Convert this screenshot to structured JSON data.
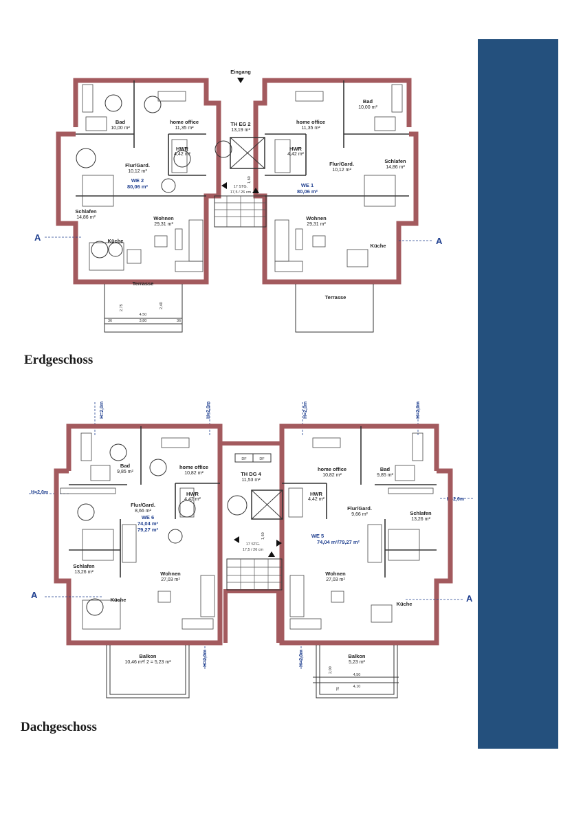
{
  "colors": {
    "wall": "#a35a5e",
    "sidebar": "#24507d",
    "blue_text": "#1f3f8f"
  },
  "ground": {
    "caption": "Erdgeschoss",
    "entrance": "Eingang",
    "section_mark": "A",
    "rooms": {
      "bad_l": {
        "name": "Bad",
        "area": "10,00 m²"
      },
      "office_l": {
        "name": "home office",
        "area": "11,35 m²"
      },
      "th": {
        "name": "TH EG 2",
        "area": "13,19 m²"
      },
      "office_r": {
        "name": "home office",
        "area": "11,35 m²"
      },
      "bad_r": {
        "name": "Bad",
        "area": "10,00 m²"
      },
      "hwr_l": {
        "name": "HWR",
        "area": "4,42 m²"
      },
      "hwr_r": {
        "name": "HWR",
        "area": "4,42 m²"
      },
      "flur_l": {
        "name": "Flur/Gard.",
        "area": "10,12 m²"
      },
      "flur_r": {
        "name": "Flur/Gard.",
        "area": "10,12 m²"
      },
      "schlafen_l": {
        "name": "Schlafen",
        "area": "14,86 m²"
      },
      "schlafen_r": {
        "name": "Schlafen",
        "area": "14,86 m²"
      },
      "wohnen_l": {
        "name": "Wohnen",
        "area": "29,31 m²"
      },
      "wohnen_r": {
        "name": "Wohnen",
        "area": "29,31 m²"
      },
      "kueche_l": {
        "name": "Küche"
      },
      "kueche_r": {
        "name": "Küche"
      }
    },
    "we_l": {
      "label": "WE 2",
      "area": "80,06 m²"
    },
    "we_r": {
      "label": "WE 1",
      "area": "80,06 m²"
    },
    "stair": {
      "steps": "17 STG.",
      "ratio": "17,5 / 26 cm",
      "height": "1,60"
    },
    "terrace_l": "Terrasse",
    "terrace_r": "Terrasse",
    "dims": {
      "w1": "4,50",
      "w2": "3,80",
      "e1": "36",
      "e2": "36",
      "h1": "2,75",
      "h2": "2,40"
    }
  },
  "attic": {
    "caption": "Dachgeschoss",
    "section_mark": "A",
    "height_mark": "H=2,0m",
    "rooms": {
      "bad_l": {
        "name": "Bad",
        "area": "9,85 m²"
      },
      "office_l": {
        "name": "home office",
        "area": "10,82 m²"
      },
      "th": {
        "name": "TH DG 4",
        "area": "11,53 m²"
      },
      "office_r": {
        "name": "home office",
        "area": "10,82 m²"
      },
      "bad_r": {
        "name": "Bad",
        "area": "9,85 m²"
      },
      "hwr_l": {
        "name": "HWR",
        "area": "4,42 m²"
      },
      "hwr_r": {
        "name": "HWR",
        "area": "4,42 m²"
      },
      "flur_l": {
        "name": "Flur/Gard.",
        "area": "8,66 m²"
      },
      "flur_r": {
        "name": "Flur/Gard.",
        "area": "9,66 m²"
      },
      "schlafen_l": {
        "name": "Schlafen",
        "area": "13,26 m²"
      },
      "schlafen_r": {
        "name": "Schlafen",
        "area": "13,26 m²"
      },
      "wohnen_l": {
        "name": "Wohnen",
        "area": "27,03 m²"
      },
      "wohnen_r": {
        "name": "Wohnen",
        "area": "27,03 m²"
      },
      "kueche_l": {
        "name": "Küche"
      },
      "kueche_r": {
        "name": "Küche"
      }
    },
    "we_l": {
      "label": "WE 6",
      "area": "74,04 m²",
      "area2": "79,27 m²"
    },
    "we_r": {
      "label": "WE 5",
      "area": "74,04 m²/79,27 m²"
    },
    "df": "DF",
    "stair": {
      "steps": "17 STG.",
      "ratio": "17,5 / 26 cm",
      "height": "1,60"
    },
    "balcony_l": {
      "name": "Balkon",
      "area": "10,46 m²/ 2 = 5,23 m²"
    },
    "balcony_r": {
      "name": "Balkon",
      "area": "5,23 m²"
    },
    "dims": {
      "w1": "4,50",
      "w2": "4,10",
      "h1": "2,00",
      "h2": "75"
    }
  }
}
